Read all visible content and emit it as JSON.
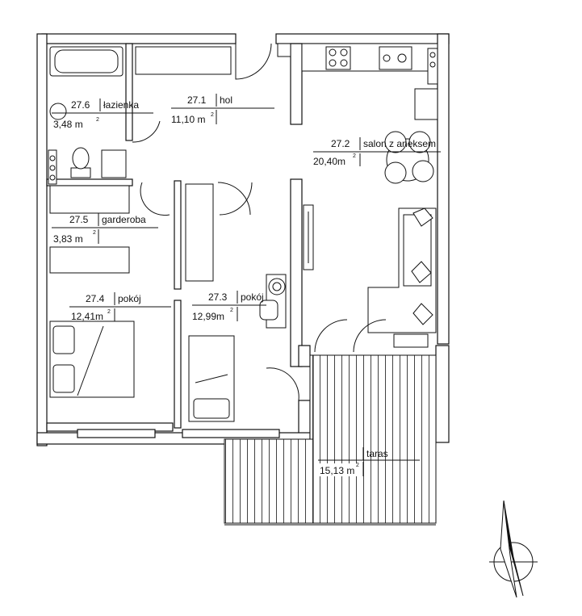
{
  "rooms": [
    {
      "id": "27.6",
      "name": "łazienka",
      "area": "3,48 m",
      "sup": "2"
    },
    {
      "id": "27.1",
      "name": "hol",
      "area": "11,10 m",
      "sup": "2"
    },
    {
      "id": "27.2",
      "name": "salon z aneksem",
      "area": "20,40m",
      "sup": "2"
    },
    {
      "id": "27.5",
      "name": "garderoba",
      "area": "3,83 m",
      "sup": "2"
    },
    {
      "id": "27.4",
      "name": "pokój",
      "area": "12,41m",
      "sup": "2"
    },
    {
      "id": "27.3",
      "name": "pokój",
      "area": "12,99m",
      "sup": "2"
    },
    {
      "id": "",
      "name": "taras",
      "area": "15,13 m",
      "sup": "2"
    }
  ],
  "compass": {
    "icon": "north-arrow-icon"
  },
  "colors": {
    "ink": "#111111",
    "paper": "#ffffff"
  }
}
